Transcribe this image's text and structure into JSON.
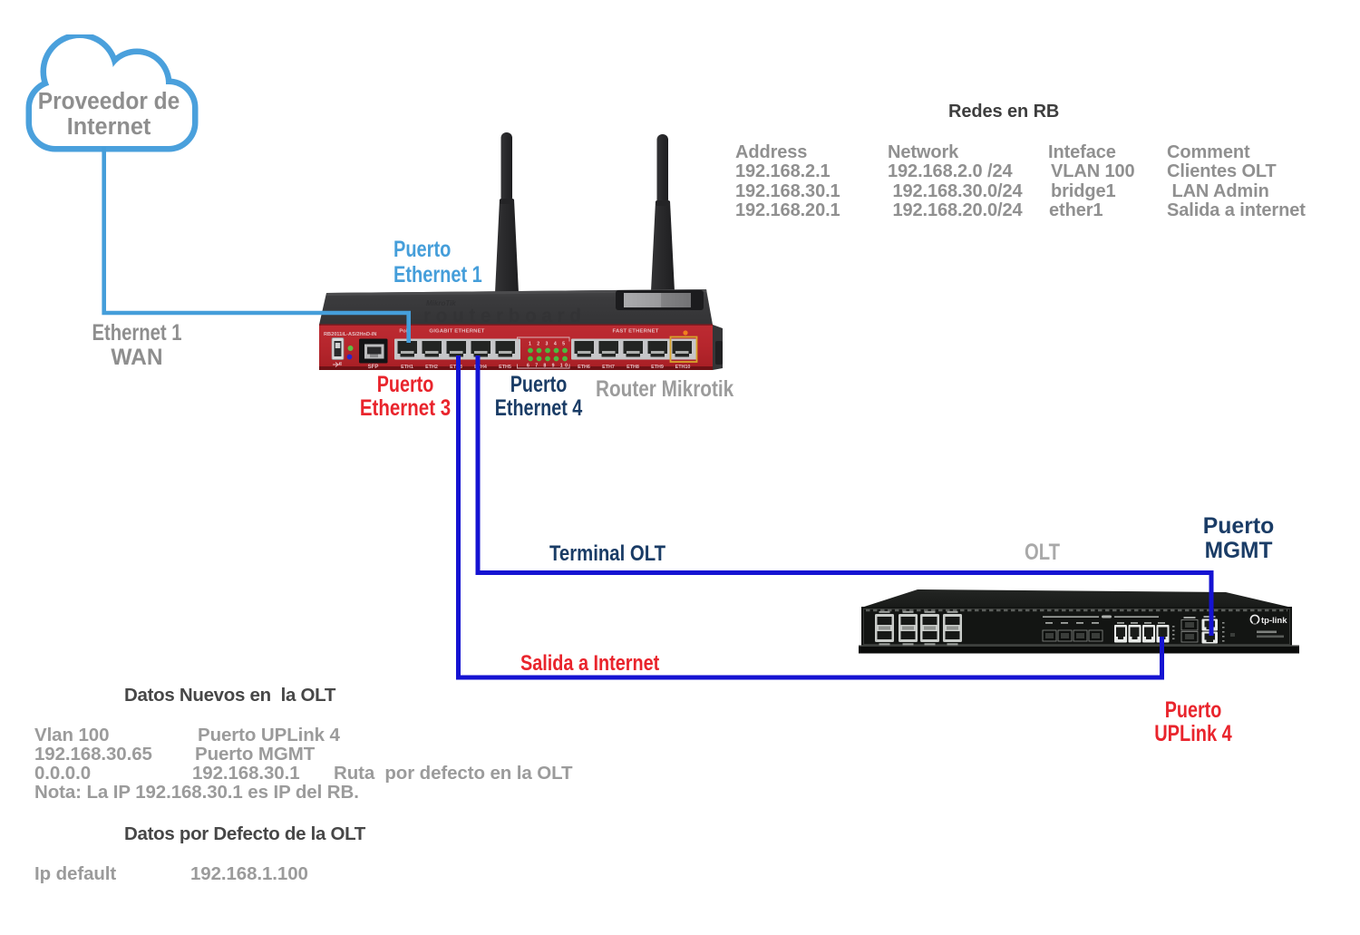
{
  "colors": {
    "light-blue": "#459EDA",
    "cable-blue": "#1513D2",
    "navy": "#1A3C66",
    "red": "#E9242C",
    "gray-label": "#8E8E8E",
    "gray-device": "#9C9C9C",
    "gray-olt": "#A9A9A9",
    "table-gray": "#909090",
    "note-gray": "#9B9B9B",
    "heading-dark": "#474747"
  },
  "cloud": {
    "line1": "Proveedor de",
    "line2": "Internet"
  },
  "router": {
    "name_label": "Router Mikrotik",
    "brand_small": "MikroTik",
    "brand_board": "routerboard",
    "model_text": "RB2011iL-AS/2HnD-IN",
    "poe_label": "PoE",
    "gigabit_label": "GIGABIT ETHERNET",
    "fast_label": "FAST ETHERNET",
    "sfp_label": "SFP",
    "led_numbers_top": "1 2 3 4 5",
    "led_numbers_bottom": "6 7 8 9 10",
    "gig_ports": [
      "ETH1",
      "ETH2",
      "ETH3",
      "ETH4",
      "ETH5"
    ],
    "fast_ports": [
      "ETH6",
      "ETH7",
      "ETH8",
      "ETH9",
      "ETH10"
    ]
  },
  "olt": {
    "name_label": "OLT",
    "brand": "tp-link"
  },
  "connections": {
    "wan": {
      "line1": "Ethernet 1",
      "line2": "WAN"
    },
    "eth1": {
      "line1": "Puerto",
      "line2": "Ethernet 1"
    },
    "eth3": {
      "line1": "Puerto",
      "line2": "Ethernet 3"
    },
    "eth4": {
      "line1": "Puerto",
      "line2": "Ethernet 4"
    },
    "terminal_olt": "Terminal OLT",
    "salida_internet": "Salida a Internet",
    "mgmt": {
      "line1": "Puerto",
      "line2": "MGMT"
    },
    "uplink": {
      "line1": "Puerto",
      "line2": "UPLink 4"
    }
  },
  "table": {
    "title": "Redes en RB",
    "columns": [
      "Address",
      "Network",
      "Inteface",
      "Comment"
    ],
    "rows": [
      [
        "192.168.2.1",
        "192.168.2.0 /24",
        "VLAN 100",
        "Clientes OLT"
      ],
      [
        "192.168.30.1",
        " 192.168.30.0/24",
        "bridge1",
        " LAN Admin"
      ],
      [
        "192.168.20.1",
        " 192.168.20.0/24",
        "ether1",
        "Salida a internet"
      ]
    ]
  },
  "notes_new": {
    "title": "Datos Nuevos en  la OLT",
    "rows": [
      {
        "c1": "Vlan 100",
        "c2": "Puerto UPLink 4",
        "c3": ""
      },
      {
        "c1": "192.168.30.65",
        "c2": "Puerto MGMT",
        "c3": ""
      },
      {
        "c1": "0.0.0.0",
        "c2": "192.168.30.1",
        "c3": "Ruta  por defecto en la OLT"
      },
      {
        "c1": "Nota: La IP 192.168.30.1 es IP del RB.",
        "c2": "",
        "c3": ""
      }
    ]
  },
  "notes_default": {
    "title": "Datos por Defecto de la OLT",
    "row": {
      "c1": "Ip default",
      "c2": "192.168.1.100"
    }
  }
}
